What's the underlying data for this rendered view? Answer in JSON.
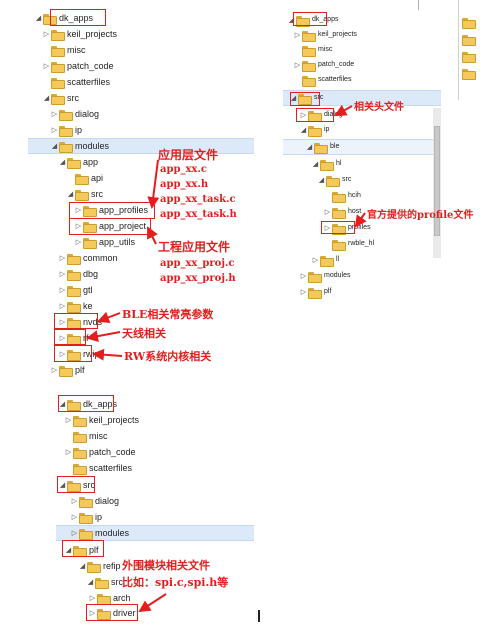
{
  "panel1": {
    "rows": [
      {
        "label": "dk_apps",
        "arrow": "open"
      },
      {
        "label": "keil_projects",
        "arrow": "closed"
      },
      {
        "label": "misc",
        "arrow": "none"
      },
      {
        "label": "patch_code",
        "arrow": "closed"
      },
      {
        "label": "scatterfiles",
        "arrow": "none"
      },
      {
        "label": "src",
        "arrow": "open"
      },
      {
        "label": "dialog",
        "arrow": "closed"
      },
      {
        "label": "ip",
        "arrow": "closed"
      },
      {
        "label": "modules",
        "arrow": "open"
      },
      {
        "label": "app",
        "arrow": "open"
      },
      {
        "label": "api",
        "arrow": "none"
      },
      {
        "label": "src",
        "arrow": "open"
      },
      {
        "label": "app_profiles",
        "arrow": "closed"
      },
      {
        "label": "app_project",
        "arrow": "closed"
      },
      {
        "label": "app_utils",
        "arrow": "closed"
      },
      {
        "label": "common",
        "arrow": "closed"
      },
      {
        "label": "dbg",
        "arrow": "closed"
      },
      {
        "label": "gtl",
        "arrow": "closed"
      },
      {
        "label": "ke",
        "arrow": "closed"
      },
      {
        "label": "nvds",
        "arrow": "closed"
      },
      {
        "label": "rf",
        "arrow": "closed"
      },
      {
        "label": "rwip",
        "arrow": "closed"
      },
      {
        "label": "plf",
        "arrow": "closed"
      }
    ],
    "notes": {
      "app_files_title": "应用层文件",
      "app_files": [
        "app_xx.c",
        "app_xx.h",
        "app_xx_task.c",
        "app_xx_task.h"
      ],
      "project_title": "工程应用文件",
      "project_files": [
        "app_xx_proj.c",
        "app_xx_proj.h"
      ],
      "nvds_note": "BLE相关常亮参数",
      "rf_note": "天线相关",
      "rwip_note": "RW系统内核相关"
    }
  },
  "panel2": {
    "rows": [
      {
        "label": "dk_apps",
        "arrow": "open"
      },
      {
        "label": "keil_projects",
        "arrow": "closed"
      },
      {
        "label": "misc",
        "arrow": "none"
      },
      {
        "label": "patch_code",
        "arrow": "closed"
      },
      {
        "label": "scatterfiles",
        "arrow": "none"
      },
      {
        "label": "src",
        "arrow": "open"
      },
      {
        "label": "dialog",
        "arrow": "closed"
      },
      {
        "label": "ip",
        "arrow": "open"
      },
      {
        "label": "ble",
        "arrow": "open"
      },
      {
        "label": "hl",
        "arrow": "open"
      },
      {
        "label": "src",
        "arrow": "open"
      },
      {
        "label": "hcih",
        "arrow": "none"
      },
      {
        "label": "host",
        "arrow": "closed"
      },
      {
        "label": "profiles",
        "arrow": "closed"
      },
      {
        "label": "rwble_hl",
        "arrow": "none"
      },
      {
        "label": "ll",
        "arrow": "closed"
      },
      {
        "label": "modules",
        "arrow": "closed"
      },
      {
        "label": "plf",
        "arrow": "closed"
      }
    ],
    "notes": {
      "dialog_note": "相关头文件",
      "profiles_note": "官方提供的profile文件"
    }
  },
  "panel3": {
    "rows": [
      {
        "label": "dk_apps",
        "arrow": "open"
      },
      {
        "label": "keil_projects",
        "arrow": "closed"
      },
      {
        "label": "misc",
        "arrow": "none"
      },
      {
        "label": "patch_code",
        "arrow": "closed"
      },
      {
        "label": "scatterfiles",
        "arrow": "none"
      },
      {
        "label": "src",
        "arrow": "open"
      },
      {
        "label": "dialog",
        "arrow": "closed"
      },
      {
        "label": "ip",
        "arrow": "closed"
      },
      {
        "label": "modules",
        "arrow": "closed"
      },
      {
        "label": "plf",
        "arrow": "open"
      },
      {
        "label": "refip",
        "arrow": "open"
      },
      {
        "label": "src",
        "arrow": "open"
      },
      {
        "label": "arch",
        "arrow": "closed"
      },
      {
        "label": "driver",
        "arrow": "closed"
      }
    ],
    "notes": {
      "plf_note_1": "外围模块相关文件",
      "plf_note_2": "比如：spi.c,spi.h等"
    }
  },
  "colors": {
    "annotation": "#e41e1e",
    "selection": "#dce9f8",
    "folder": "#f2c95a"
  }
}
